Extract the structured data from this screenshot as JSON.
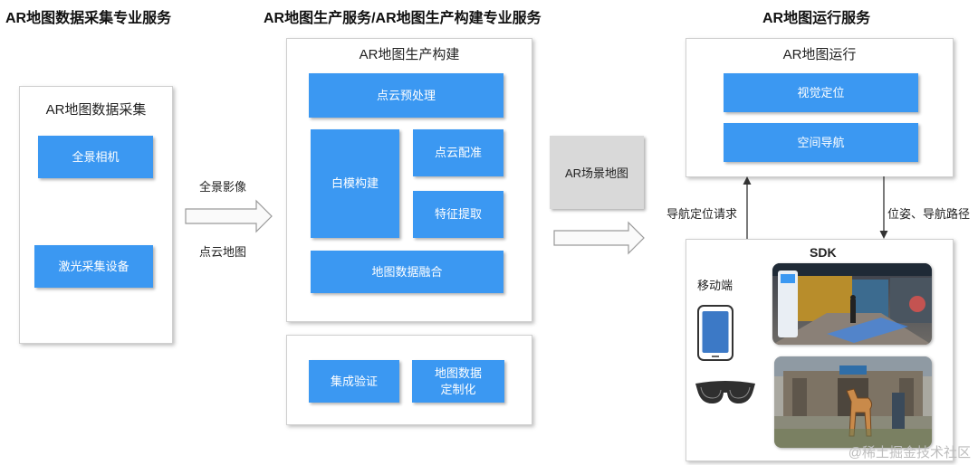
{
  "sections": {
    "collect_title": "AR地图数据采集专业服务",
    "build_title": "AR地图生产服务/AR地图生产构建专业服务",
    "run_title": "AR地图运行服务"
  },
  "collect": {
    "panel_title": "AR地图数据采集",
    "camera": "全景相机",
    "laser": "激光采集设备"
  },
  "flow1": {
    "top": "全景影像",
    "bottom": "点云地图"
  },
  "build": {
    "panel_title": "AR地图生产构建",
    "preprocess": "点云预处理",
    "whitebox": "白模构建",
    "registration": "点云配准",
    "feature": "特征提取",
    "fusion": "地图数据融合",
    "verify": "集成验证",
    "customize": "地图数据定制化"
  },
  "scene_map": "AR场景地图",
  "run": {
    "panel_title": "AR地图运行",
    "visual_loc": "视觉定位",
    "nav": "空间导航",
    "request_label": "导航定位请求",
    "pose_label": "位姿、导航路径"
  },
  "sdk": {
    "title": "SDK",
    "mobile_label": "移动端"
  },
  "watermark": "@稀土掘金技术社区",
  "colors": {
    "accent_blue": "#3b98f2",
    "grey_box": "#d9d9d9"
  }
}
